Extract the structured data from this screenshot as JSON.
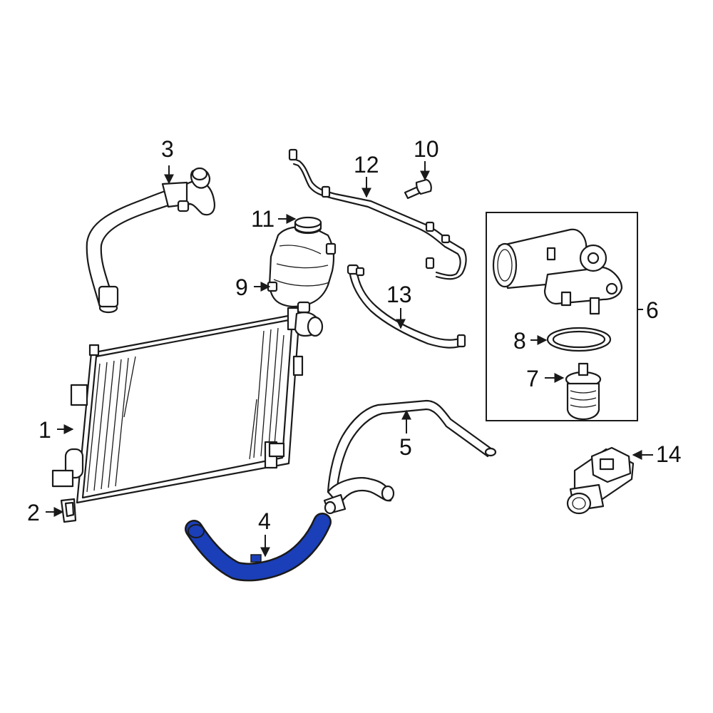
{
  "highlight_color": "#1a3fb8",
  "line_color": "#1a1a1a",
  "callouts": {
    "c1": "1",
    "c2": "2",
    "c3": "3",
    "c4": "4",
    "c5": "5",
    "c6": "6",
    "c7": "7",
    "c8": "8",
    "c9": "9",
    "c10": "10",
    "c11": "11",
    "c12": "12",
    "c13": "13",
    "c14": "14"
  }
}
